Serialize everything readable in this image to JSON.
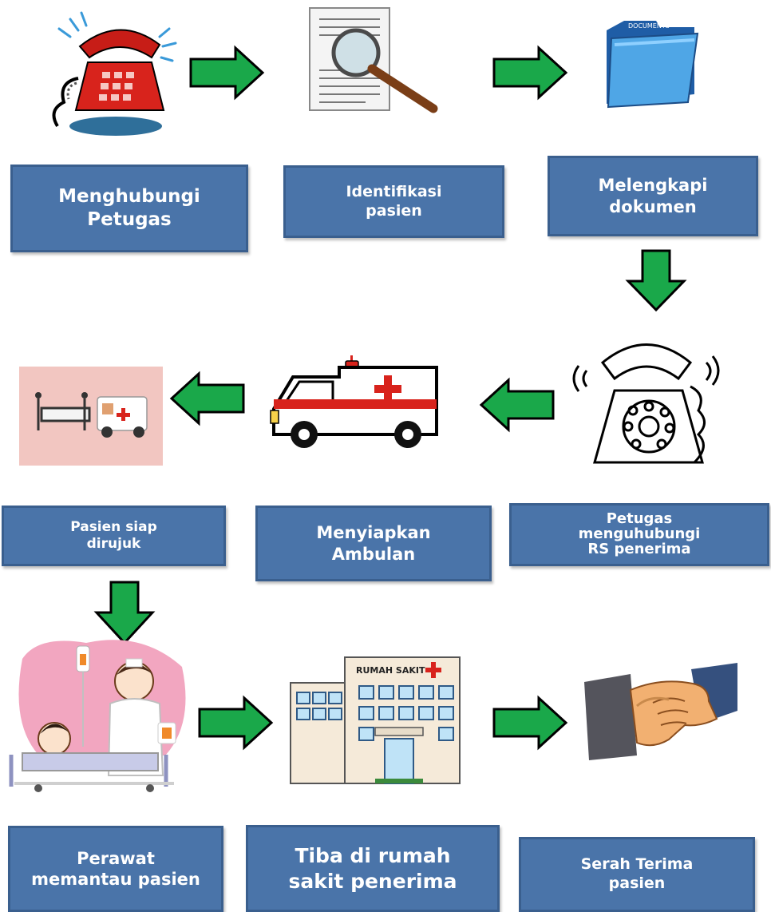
{
  "steps": [
    {
      "line1": "Menghubungi",
      "line2": "Petugas",
      "icon": "red-telephone-icon"
    },
    {
      "line1": "Identifikasi",
      "line2": "pasien",
      "icon": "magnifier-document-icon"
    },
    {
      "line1": "Melengkapi",
      "line2": "dokumen",
      "icon": "documents-folder-icon"
    },
    {
      "line1": "Petugas",
      "line2": "menguhubungi",
      "line3": "RS penerima",
      "icon": "ringing-telephone-icon"
    },
    {
      "line1": "Menyiapkan",
      "line2": "Ambulan",
      "icon": "ambulance-icon"
    },
    {
      "line1": "Pasien siap",
      "line2": "dirujuk",
      "icon": "stretcher-ambulance-icon"
    },
    {
      "line1": "Perawat",
      "line2": "memantau pasien",
      "icon": "nurse-patient-icon"
    },
    {
      "line1": "Tiba di rumah",
      "line2": "sakit penerima",
      "icon": "hospital-building-icon"
    },
    {
      "line1": "Serah Terima",
      "line2": "pasien",
      "icon": "handshake-icon"
    }
  ],
  "hospital_sign": "RUMAH SAKIT",
  "folder_tab": "DOCUMENTS",
  "colors": {
    "box": "#4a74a9",
    "arrow": "#1aa84a",
    "arrow_outline": "#000000",
    "phone": "#d8231c",
    "cross": "#d8231c"
  }
}
